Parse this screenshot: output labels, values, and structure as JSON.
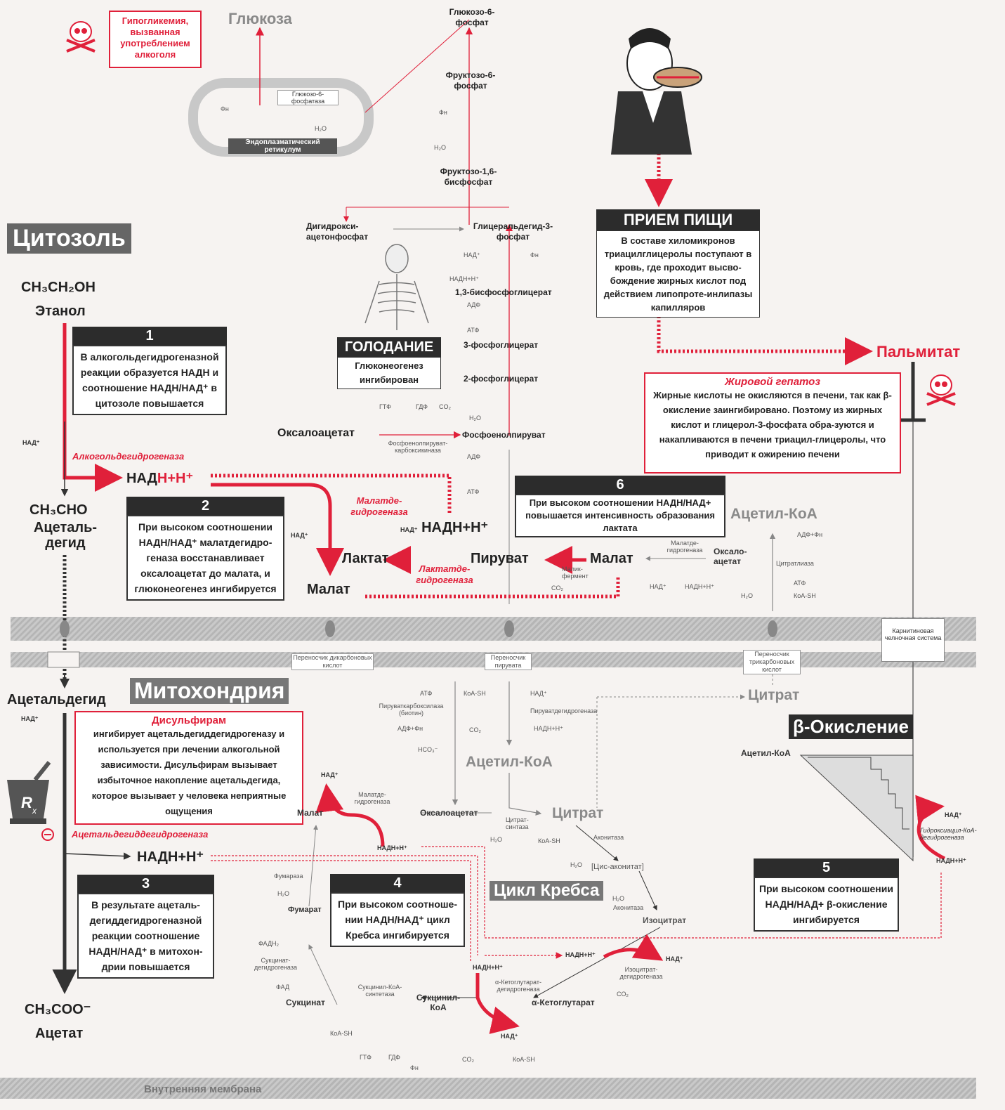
{
  "colors": {
    "accent": "#e0203a",
    "dark": "#2c2c2c",
    "membrane": "#c0c0c0",
    "background": "#f6f3f1"
  },
  "header": {
    "hypoglycemia": "Гипогликемия, вызванная употреблением алкоголя",
    "glucose": "Глюкоза",
    "g6p": "Глюкозо-6-фосфат",
    "f6p": "Фруктозо-6-фосфат",
    "f16bp": "Фруктозо-1,6-бисфосфат",
    "g6pase": "Глюкозо-6-фосфатаза",
    "er": "Эндоплазматический ретикулум",
    "fi": "Фн",
    "h2o": "H₂O"
  },
  "cytosol": {
    "title": "Цитозоль"
  },
  "mito": {
    "title": "Митохондрия",
    "inner_membrane": "Внутренняя мембрана"
  },
  "left": {
    "ethanol_formula": "CH₃CH₂OH",
    "ethanol": "Этанол",
    "acetaldehyde_formula": "CH₃CHO",
    "acetaldehyde": "Ацеталь-дегид",
    "acetaldehyde_mito": "Ацетальдегид",
    "acetate_formula": "CH₃COO⁻",
    "acetate": "Ацетат",
    "nad": "НАД⁺",
    "nadh": "НАДН+Н⁺",
    "adh": "Алкогольдегидрогеназа",
    "aldh": "Ацетальдегиддегидрогеназа"
  },
  "boxes": {
    "b1": {
      "num": "1",
      "text": "В алкогольдегидрогеназной реакции образуется НАДН и соотношение НАДН/НАД⁺ в цитозоле повышается"
    },
    "b2": {
      "num": "2",
      "text": "При высоком соотношении НАДН/НАД⁺ малатдегидро-геназа восстанавливает оксалоацетат до малата, и глюконеогенез ингибируется"
    },
    "b3": {
      "num": "3",
      "text": "В результате ацеталь-дегиддегидрогеназной реакции соотношение НАДН/НАД⁺ в митохон-дрии повышается"
    },
    "b4": {
      "num": "4",
      "text": "При высоком соотноше-нии НАДН/НАД⁺ цикл Кребса ингибируется"
    },
    "b5": {
      "num": "5",
      "text": "При высоком соотношении НАДН/НАД+ β-окисление ингибируется"
    },
    "b6": {
      "num": "6",
      "text": "При высоком соотношении НАДН/НАД+ повышается интенсивность образования лактата"
    },
    "disulfiram": {
      "title": "Дисульфирам",
      "text": "ингибирует ацетальдегиддегидрогеназу и используется при лечении алкогольной зависимости. Дисульфирам вызывает избыточное накопление ацетальдегида, которое вызывает у человека неприятные ощущения"
    },
    "fasting": {
      "title": "ГОЛОДАНИЕ",
      "text": "Глюконеогенез ингибирован"
    },
    "meal": {
      "title": "ПРИЕМ ПИЩИ",
      "text": "В составе хиломикронов триацилглицеролы поступают в кровь, где проходит высво-бождение жирных кислот под действием липопроте-инлипазы капилляров"
    },
    "hepatosis": {
      "title": "Жировой гепатоз",
      "text": "Жирные кислоты не окисляются в печени, так как β-окисление заингибировано. Поэтому из жирных кислот и глицерол-3-фосфата обра-зуются и накапливаются в печени триацил-глицеролы, что приводит к ожирению печени"
    }
  },
  "glycolysis": {
    "dhap": "Дигидрокси-ацетонфосфат",
    "gap": "Глицеральдегид-3-фосфат",
    "bpg13": "1,3-бисфосфоглицерат",
    "pg3": "3-фосфоглицерат",
    "pg2": "2-фосфоглицерат",
    "pep": "Фосфоенолпируват",
    "oaa": "Оксалоацетат",
    "pepck": "Фосфоенолпируват-карбоксикиназа",
    "gtp": "ГТФ",
    "gdp": "ГДФ",
    "co2": "CO₂",
    "adp": "АДФ",
    "atp": "АТФ",
    "nad": "НАД⁺",
    "nadh": "НАДН+Н⁺",
    "fi": "Фн",
    "h2o": "H₂O"
  },
  "middle": {
    "nadh": "НАДН+Н⁺",
    "mdh": "Малатде-гидрогеназа",
    "ldh": "Лактатде-гидрогеназа",
    "lactate": "Лактат",
    "pyruvate": "Пируват",
    "malate": "Малат",
    "malate2": "Малат",
    "nad": "НАД⁺",
    "malic": "Малик-фермент",
    "co2": "CO₂",
    "acetylcoa": "Ацетил-КоА",
    "oaa": "Оксало-ацетат",
    "mdh2": "Малатде-гидрогеназа",
    "citrate_lyase": "Цитратлиаза",
    "adp_fi": "АДФ+Фн",
    "atp": "АТФ",
    "coash": "КоА-SH",
    "h2o": "H₂O",
    "nad2": "НАД⁺",
    "nadh2": "НАДН+Н⁺",
    "palmitate": "Пальмитат"
  },
  "transport": {
    "dicarb": "Переносчик дикарбоновых кислот",
    "pyr": "Переносчик пирувата",
    "tricarb": "Переносчик трикарбоновых кислот",
    "carnitine": "Карнитиновая челночная система"
  },
  "krebs": {
    "title": "Цикл Кребса",
    "acetylcoa": "Ацетил-КоА",
    "citrate": "Цитрат",
    "citrate_top": "Цитрат",
    "oaa": "Оксалоацетат",
    "malate": "Малат",
    "fumarate": "Фумарат",
    "succinate": "Сукцинат",
    "succcoa": "Сукцинил-КоА",
    "akg": "α-Кетоглутарат",
    "isocitrate": "Изоцитрат",
    "cisacon": "[Цис-аконитат]",
    "pc": "Пируваткарбоксилаза (биотин)",
    "pdh": "Пируватдегидрогеназа",
    "cs": "Цитрат-синтаза",
    "acon": "Аконитаза",
    "idh": "Изоцитрат-дегидрогеназа",
    "akgdh": "α-Кетоглутарат-дегидрогеназа",
    "scs": "Сукцинил-КоА-синтетаза",
    "sdh": "Сукцинат-дегидрогеназа",
    "fumarase": "Фумараза",
    "mdh": "Малатде-гидрогеназа",
    "atp": "АТФ",
    "adp_fi": "АДФ+Фн",
    "hco3": "HCO₃⁻",
    "coash": "КоА-SH",
    "co2": "CO₂",
    "nad": "НАД⁺",
    "nadh": "НАДН+Н⁺",
    "fad": "ФАД",
    "fadh2": "ФАДН₂",
    "gtp": "ГТФ",
    "gdp": "ГДФ",
    "fi": "Фн",
    "h2o": "H₂O"
  },
  "beta": {
    "title": "β-Окисление",
    "acetylcoa": "Ацетил-КоА",
    "nad": "НАД⁺",
    "nadh": "НАДН+Н⁺",
    "enzyme": "Гидроксиацил-КоА-дегидрогеназа"
  }
}
